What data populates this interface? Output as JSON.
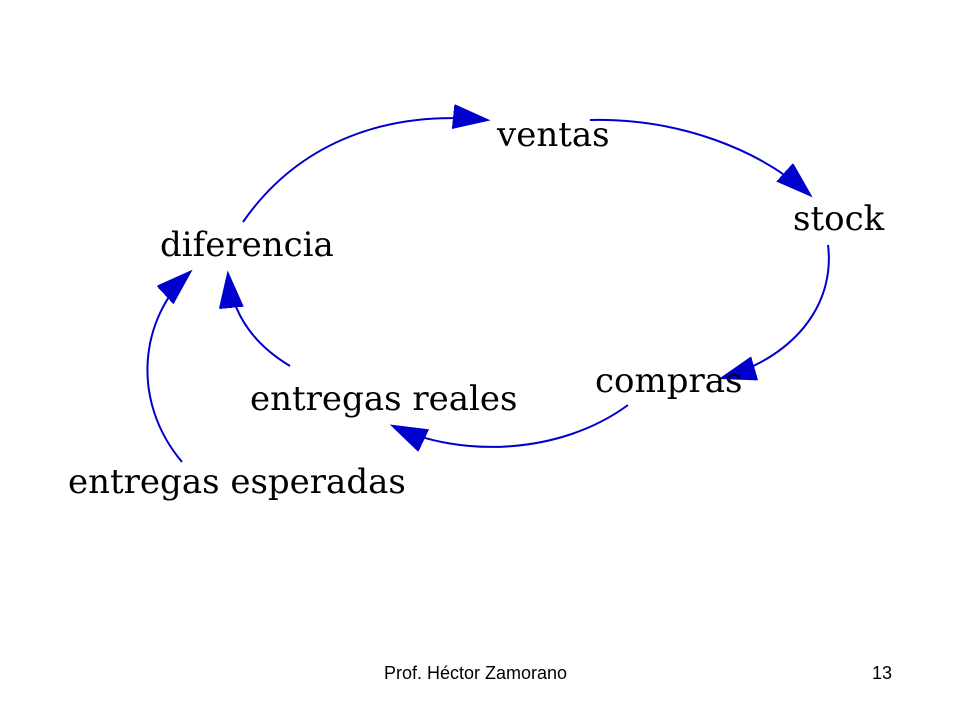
{
  "diagram": {
    "nodes": {
      "ventas": "ventas",
      "stock": "stock",
      "compras": "compras",
      "entregas_reales": "entregas reales",
      "diferencia": "diferencia",
      "entregas_esperadas": "entregas esperadas"
    },
    "edges": [
      {
        "from": "diferencia",
        "to": "ventas"
      },
      {
        "from": "ventas",
        "to": "stock"
      },
      {
        "from": "stock",
        "to": "compras"
      },
      {
        "from": "compras",
        "to": "entregas reales"
      },
      {
        "from": "entregas reales",
        "to": "diferencia"
      },
      {
        "from": "entregas esperadas",
        "to": "diferencia"
      }
    ],
    "arrow_color": "#0000cc"
  },
  "footer": {
    "author": "Prof. Héctor Zamorano",
    "page_number": "13"
  }
}
